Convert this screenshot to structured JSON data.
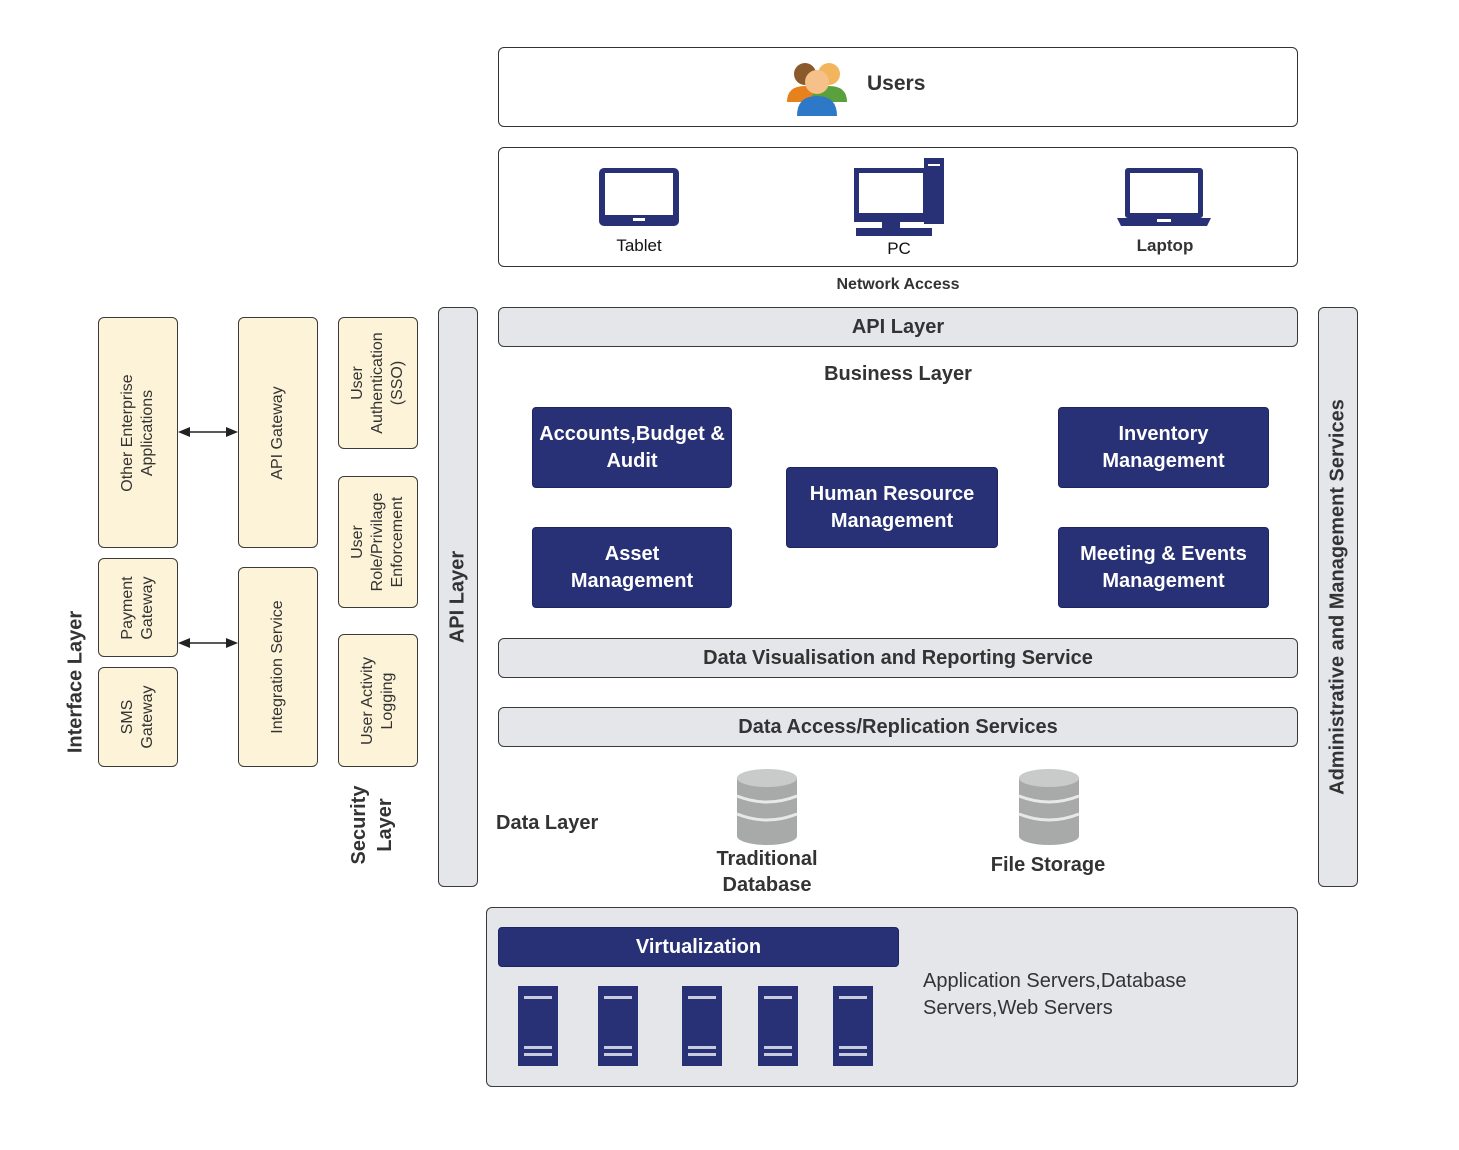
{
  "users": {
    "label": "Users"
  },
  "devices": [
    {
      "label": "Tablet"
    },
    {
      "label": "PC"
    },
    {
      "label": "Laptop"
    }
  ],
  "network_access": "Network Access",
  "api_layer_top": "API Layer",
  "api_layer_side": "API Layer",
  "business_layer": {
    "title": "Business Layer",
    "modules": [
      "Accounts,Budget & Audit",
      "Human Resource Management",
      "Inventory Management",
      "Asset Management",
      "Meeting & Events Management"
    ]
  },
  "data_visualisation": "Data Visualisation and Reporting Service",
  "data_access": "Data Access/Replication Services",
  "data_layer": {
    "title": "Data Layer",
    "stores": [
      "Traditional Database",
      "File Storage"
    ]
  },
  "admin_services": "Administrative and Management Services",
  "virtualization": {
    "title": "Virtualization",
    "description": "Application Servers,Database Servers,Web Servers"
  },
  "interface_layer": {
    "title": "Interface Layer",
    "items": [
      "Other Enterprise Applications",
      "Payment Gateway",
      "SMS Gateway",
      "API Gateway",
      "Integration Service"
    ]
  },
  "security_layer": {
    "title": "Security Layer",
    "items": [
      "User Authentication (SSO)",
      "User Role/Privilage Enforcement",
      "User Activity Logging"
    ]
  },
  "colors": {
    "navy": "#283175",
    "grey": "#e4e6ea",
    "cream": "#fdf3d8",
    "border": "#333333"
  }
}
